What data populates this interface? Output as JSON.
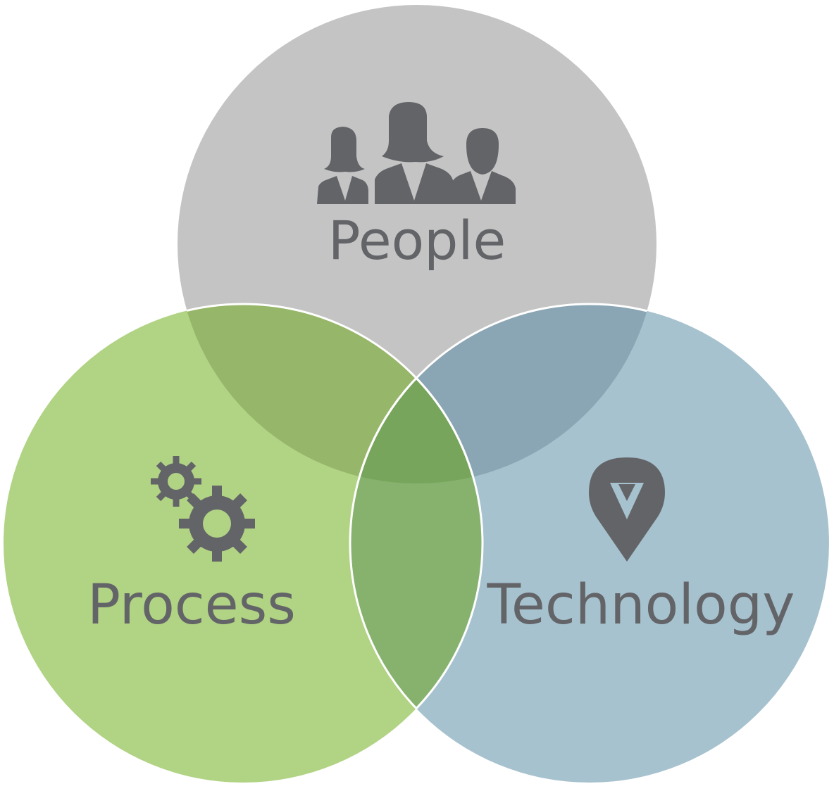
{
  "diagram": {
    "type": "venn",
    "sets": [
      {
        "label": "People",
        "icon": "people-icon",
        "color": "#c4c4c4"
      },
      {
        "label": "Process",
        "icon": "gears-icon",
        "color": "#b1d384"
      },
      {
        "label": "Technology",
        "icon": "location-pin-icon",
        "color": "#a7c2cf"
      }
    ],
    "overlap_colors": {
      "people_process": "#96b66a",
      "people_technology": "#8aa5b3",
      "process_technology": "#86b26e",
      "all": "#77a55c"
    },
    "text_color": "#636468"
  }
}
